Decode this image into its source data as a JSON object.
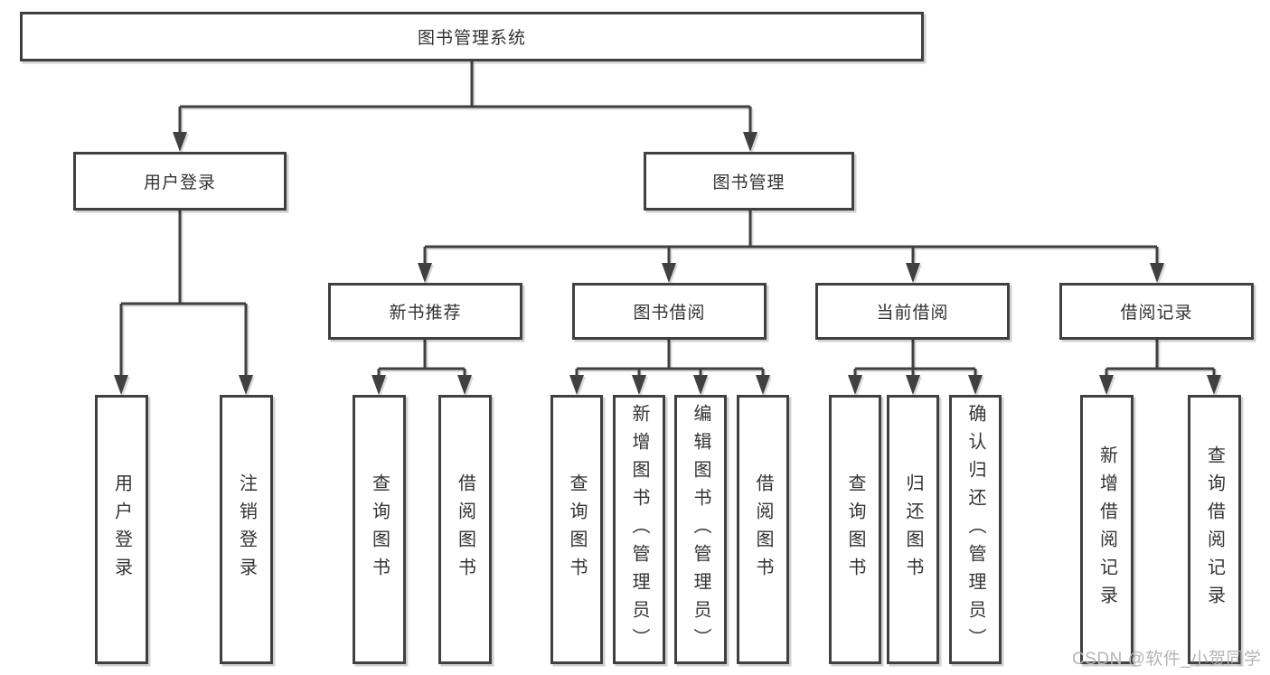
{
  "tree": {
    "label": "图书管理系统",
    "children": [
      {
        "label": "用户登录",
        "children": [
          {
            "label": "用户登录"
          },
          {
            "label": "注销登录"
          }
        ]
      },
      {
        "label": "图书管理",
        "children": [
          {
            "label": "新书推荐",
            "children": [
              {
                "label": "查询图书"
              },
              {
                "label": "借阅图书"
              }
            ]
          },
          {
            "label": "图书借阅",
            "children": [
              {
                "label": "查询图书"
              },
              {
                "label": "新增图书（管理员）"
              },
              {
                "label": "编辑图书（管理员）"
              },
              {
                "label": "借阅图书"
              }
            ]
          },
          {
            "label": "当前借阅",
            "children": [
              {
                "label": "查询图书"
              },
              {
                "label": "归还图书"
              },
              {
                "label": "确认归还（管理员）"
              }
            ]
          },
          {
            "label": "借阅记录",
            "children": [
              {
                "label": "新增借阅记录"
              },
              {
                "label": "查询借阅记录"
              }
            ]
          }
        ]
      }
    ]
  },
  "watermark": "CSDN @软件_小贺同学",
  "colors": {
    "line": "#404040",
    "text": "#333333",
    "watermark": "#b5b5b5",
    "background": "#ffffff"
  }
}
